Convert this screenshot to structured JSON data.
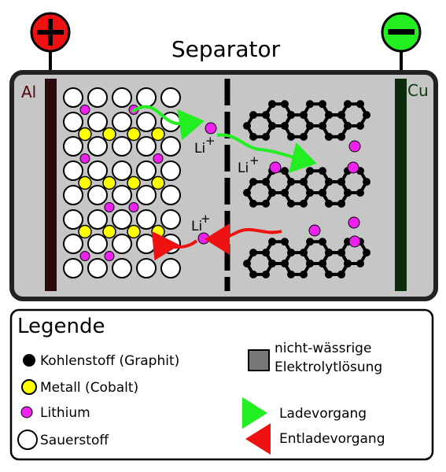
{
  "separator_label": "Separator",
  "terminals": {
    "positive": "+",
    "negative": "−"
  },
  "electrodes": {
    "left_metal": "Al",
    "right_metal": "Cu"
  },
  "ion_label": {
    "base": "Li",
    "charge": "+"
  },
  "legend": {
    "title": "Legende",
    "items": {
      "carbon": "Kohlenstoff (Graphit)",
      "metal": "Metall (Cobalt)",
      "lithium": "Lithium",
      "oxygen": "Sauerstoff",
      "electrolyte_line1": "nicht-wässrige",
      "electrolyte_line2": "Elektrolytlösung",
      "charging": "Ladevorgang",
      "discharging": "Entladevorgang"
    }
  },
  "colors": {
    "positive_terminal": "#ee1111",
    "negative_terminal": "#22ee22",
    "cell_fill": "#c6c6c6",
    "aluminium_collector": "#2a0a0a",
    "copper_collector": "#0c2a0c",
    "lithium": "#ee22ee",
    "metal": "#ffff00",
    "oxygen": "#ffffff",
    "carbon": "#000000",
    "charge_arrow": "#22ee22",
    "discharge_arrow": "#ee1111",
    "electrolyte_swatch": "#777777"
  }
}
